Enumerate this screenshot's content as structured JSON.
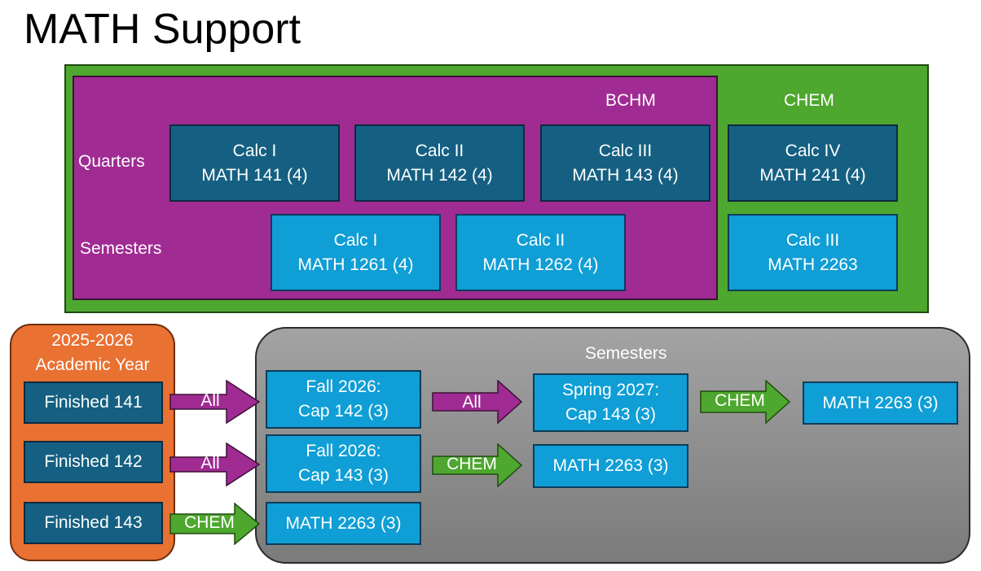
{
  "title": "MATH Support",
  "colors": {
    "green": "#4ea72e",
    "purple": "#a02b93",
    "dark_blue": "#156082",
    "light_blue": "#0f9ed5",
    "orange": "#e97132",
    "gray": "#8f8f8f"
  },
  "top_panel": {
    "bchm_label": "BCHM",
    "chem_label": "CHEM",
    "row_labels": {
      "quarters": "Quarters",
      "semesters": "Semesters"
    },
    "quarters": [
      {
        "name": "Calc I",
        "course": "MATH 141 (4)"
      },
      {
        "name": "Calc II",
        "course": "MATH 142 (4)"
      },
      {
        "name": "Calc III",
        "course": "MATH 143 (4)"
      },
      {
        "name": "Calc IV",
        "course": "MATH 241 (4)"
      }
    ],
    "semesters": [
      {
        "name": "Calc I",
        "course": "MATH 1261 (4)"
      },
      {
        "name": "Calc II",
        "course": "MATH 1262 (4)"
      },
      {
        "name": "Calc III",
        "course": "MATH 2263"
      }
    ]
  },
  "academic_year": {
    "title_line1": "2025-2026",
    "title_line2": "Academic Year",
    "finished": [
      "Finished 141",
      "Finished 142",
      "Finished 143"
    ]
  },
  "semesters_panel": {
    "label": "Semesters",
    "row1": {
      "arrow1": "All",
      "box1_line1": "Fall 2026:",
      "box1_line2": "Cap 142 (3)",
      "arrow2": "All",
      "box2_line1": "Spring 2027:",
      "box2_line2": "Cap 143 (3)",
      "arrow3": "CHEM",
      "box3": "MATH 2263 (3)"
    },
    "row2": {
      "arrow1": "All",
      "box1_line1": "Fall 2026:",
      "box1_line2": "Cap 143 (3)",
      "arrow2": "CHEM",
      "box2": "MATH 2263 (3)"
    },
    "row3": {
      "arrow1": "CHEM",
      "box1": "MATH 2263 (3)"
    }
  }
}
